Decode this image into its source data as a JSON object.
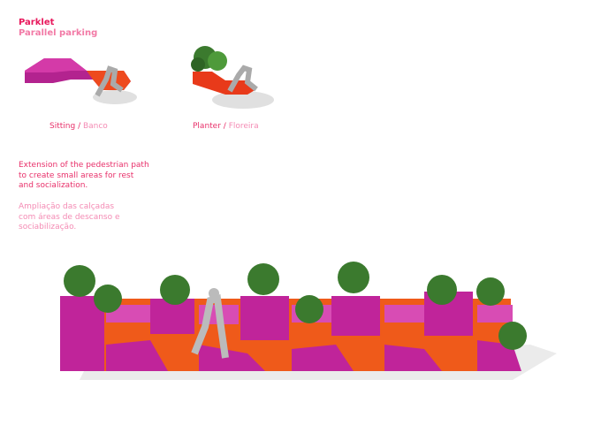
{
  "header": {
    "title": "Parklet",
    "subtitle": "Parallel parking"
  },
  "modules": [
    {
      "label_en": "Sitting",
      "separator": " / ",
      "label_pt": "Banco"
    },
    {
      "label_en": "Planter",
      "separator": " / ",
      "label_pt": "Floreira"
    }
  ],
  "description": {
    "en": "Extension of the pedestrian path to create small areas for rest and socialization.",
    "pt": "Ampliação das calçadas com áreas de descanso e sociabilização."
  },
  "colors": {
    "magenta": "#c0249a",
    "orange": "#ee4a1e",
    "title": "#e8185c",
    "secondary": "#f27aa6"
  }
}
